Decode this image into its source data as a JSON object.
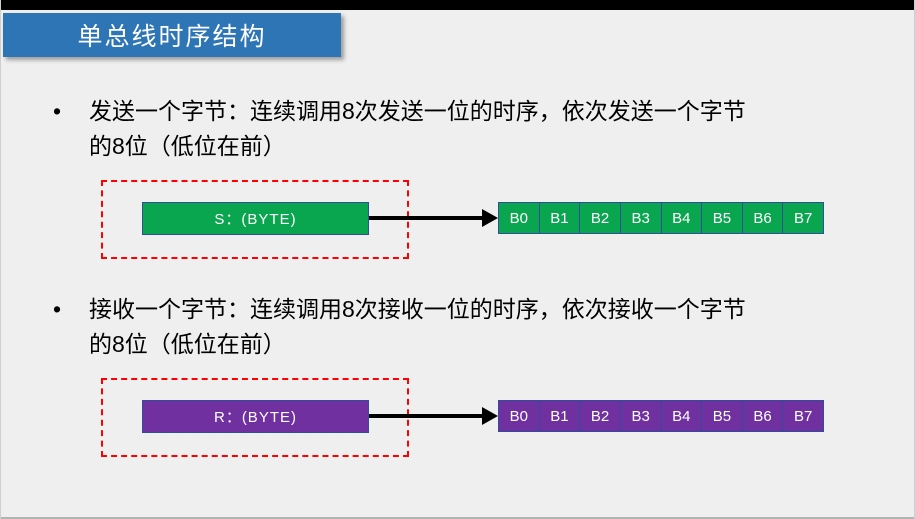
{
  "slide": {
    "title": "单总线时序结构",
    "bullets": [
      {
        "marker": "•",
        "text": "发送一个字节：连续调用8次发送一位的时序，依次发送一个字节\n的8位（低位在前）"
      },
      {
        "marker": "•",
        "text": "接收一个字节：连续调用8次接收一位的时序，依次接收一个字节\n的8位（低位在前）"
      }
    ],
    "diagrams": [
      {
        "source_label": "S：(BYTE)",
        "fill_color": "#0AA64F",
        "bits": [
          "B0",
          "B1",
          "B2",
          "B3",
          "B4",
          "B5",
          "B6",
          "B7"
        ]
      },
      {
        "source_label": "R：(BYTE)",
        "fill_color": "#7030A0",
        "bits": [
          "B0",
          "B1",
          "B2",
          "B3",
          "B4",
          "B5",
          "B6",
          "B7"
        ]
      }
    ],
    "colors": {
      "title_bg": "#2E75B6",
      "send_green": "#0AA64F",
      "receive_purple": "#7030A0",
      "cell_border": "#2F4D9B",
      "dashed_frame": "#FF0000",
      "background": "#EFEFEF",
      "top_bar": "#000000"
    }
  }
}
